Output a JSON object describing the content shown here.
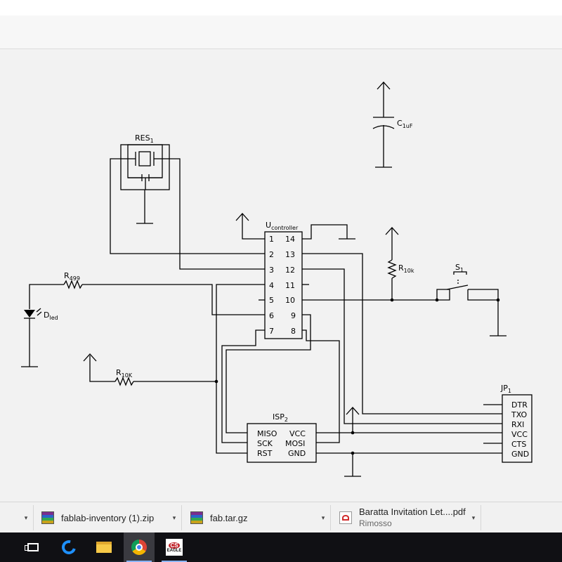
{
  "schematic": {
    "parts": {
      "res": "RES",
      "res_sub": "1",
      "capacitor": "C",
      "capacitor_sub": "1uF",
      "microcontroller": "U",
      "microcontroller_sub": "controller",
      "r499": "R",
      "r499_sub": "499",
      "led": "D",
      "led_sub": "led",
      "r10k_left": "R",
      "r10k_left_sub": "10K",
      "r10k_right": "R",
      "r10k_right_sub": "10k",
      "switch": "S",
      "switch_sub": "1",
      "isp": "ISP",
      "isp_sub": "2",
      "jp": "JP",
      "jp_sub": "1"
    },
    "u_pins_left": [
      "1",
      "2",
      "3",
      "4",
      "5",
      "6",
      "7"
    ],
    "u_pins_right": [
      "14",
      "13",
      "12",
      "11",
      "10",
      "9",
      "8"
    ],
    "isp_pins_left": [
      "MISO",
      "SCK",
      "RST"
    ],
    "isp_pins_right": [
      "VCC",
      "MOSI",
      "GND"
    ],
    "jp_pins": [
      "DTR",
      "TXO",
      "RXI",
      "VCC",
      "CTS",
      "GND"
    ]
  },
  "downloads": {
    "item1_name": "fablab-inventory (1).zip",
    "item2_name": "fab.tar.gz",
    "item3_name": "Baratta Invitation Let....pdf",
    "item3_status": "Rimosso",
    "caret": "▾"
  },
  "taskbar": {
    "eagle_cs": "CS",
    "eagle_label": "EAGLE"
  }
}
